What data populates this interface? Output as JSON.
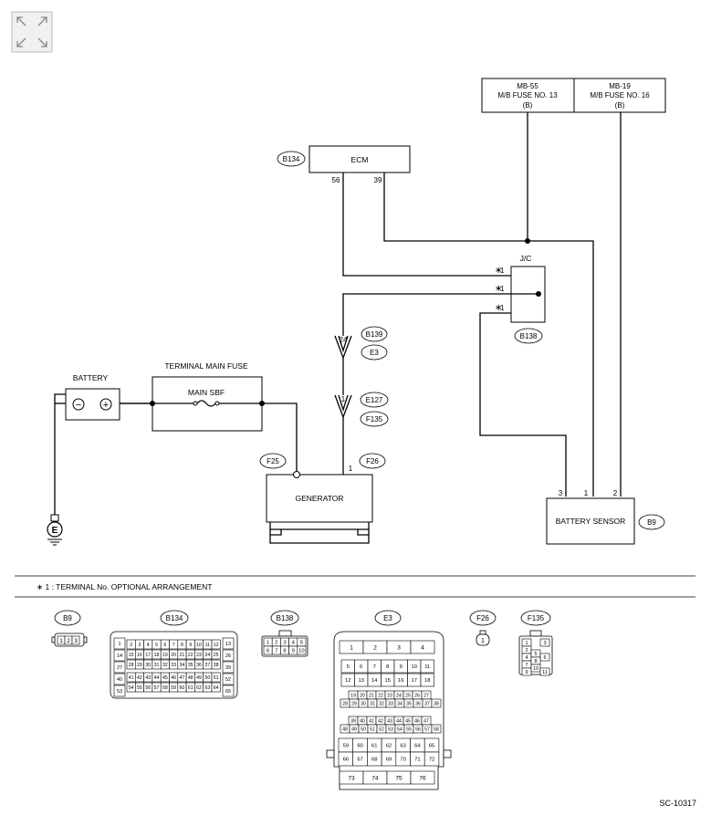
{
  "toolbar": {
    "expand_icon": "expand-arrows-icon"
  },
  "fuse_left": {
    "line1": "MB-55",
    "line2": "M/B FUSE NO. 13",
    "line3": "(B)"
  },
  "fuse_right": {
    "line1": "MB-19",
    "line2": "M/B FUSE NO. 16",
    "line3": "(B)"
  },
  "ecm": {
    "label": "ECM",
    "connector": "B134",
    "pin_56": "56",
    "pin_39": "39"
  },
  "jc": {
    "label": "J/C",
    "connector": "B138",
    "star": "∗",
    "mark": "1"
  },
  "inline_a": {
    "pin": "24",
    "conn1": "B139",
    "conn2": "E3"
  },
  "inline_b": {
    "pin": "1",
    "conn1": "E127",
    "conn2": "F135"
  },
  "battery": {
    "label": "BATTERY",
    "minus": "−",
    "plus": "+"
  },
  "fuse_main": {
    "title": "TERMINAL MAIN FUSE",
    "label": "MAIN SBF"
  },
  "generator": {
    "label": "GENERATOR",
    "conn_left": "F25",
    "conn_right": "F26",
    "pin": "1"
  },
  "battery_sensor": {
    "label": "BATTERY SENSOR",
    "connector": "B9",
    "pin3": "3",
    "pin1": "1",
    "pin2": "2"
  },
  "ground": {
    "label": "E"
  },
  "note": "∗ 1 : TERMINAL No. OPTIONAL ARRANGEMENT",
  "connectors": {
    "b9": {
      "name": "B9",
      "pins": [
        "1",
        "2",
        "3"
      ]
    },
    "b134": {
      "name": "B134",
      "left": [
        "1",
        "14",
        "27",
        "40",
        "53"
      ],
      "right": [
        "13",
        "26",
        "39",
        "52",
        "65"
      ],
      "row1": [
        "2",
        "3",
        "4",
        "5",
        "6",
        "7",
        "8",
        "9",
        "10",
        "11",
        "12"
      ],
      "row2": [
        "15",
        "16",
        "17",
        "18",
        "19",
        "20",
        "21",
        "22",
        "23",
        "24",
        "25"
      ],
      "row3": [
        "28",
        "29",
        "30",
        "31",
        "32",
        "33",
        "34",
        "35",
        "36",
        "37",
        "38"
      ],
      "row4": [
        "41",
        "42",
        "43",
        "44",
        "45",
        "46",
        "47",
        "48",
        "49",
        "50",
        "51"
      ],
      "row5": [
        "54",
        "55",
        "56",
        "57",
        "58",
        "59",
        "60",
        "61",
        "62",
        "63",
        "64"
      ]
    },
    "b138": {
      "name": "B138",
      "row1": [
        "1",
        "2",
        "3",
        "4",
        "5"
      ],
      "row2": [
        "6",
        "7",
        "8",
        "9",
        "10"
      ]
    },
    "e3": {
      "name": "E3",
      "row_a": [
        "1",
        "2",
        "3",
        "4"
      ],
      "row_b": [
        "5",
        "6",
        "7",
        "8",
        "9",
        "10",
        "11"
      ],
      "row_c": [
        "12",
        "13",
        "14",
        "15",
        "16",
        "17",
        "18"
      ],
      "row_d": [
        "19",
        "20",
        "21",
        "22",
        "23",
        "24",
        "25",
        "26",
        "27"
      ],
      "row_e": [
        "28",
        "29",
        "30",
        "31",
        "32",
        "33",
        "34",
        "35",
        "36",
        "37",
        "38"
      ],
      "row_f": [
        "39",
        "40",
        "41",
        "42",
        "43",
        "44",
        "45",
        "46",
        "47"
      ],
      "row_g": [
        "48",
        "49",
        "50",
        "51",
        "52",
        "53",
        "54",
        "55",
        "56",
        "57",
        "58"
      ],
      "row_h": [
        "59",
        "60",
        "61",
        "62",
        "63",
        "64",
        "65"
      ],
      "row_i": [
        "66",
        "67",
        "68",
        "69",
        "70",
        "71",
        "72"
      ],
      "row_j": [
        "73",
        "74",
        "75",
        "76"
      ]
    },
    "f26": {
      "name": "F26",
      "pin": "1"
    },
    "f135": {
      "name": "F135",
      "pins": [
        "1",
        "2",
        "3",
        "4",
        "5",
        "6",
        "7",
        "8",
        "9",
        "10",
        "11"
      ]
    }
  },
  "figure_id": "SC-10317"
}
